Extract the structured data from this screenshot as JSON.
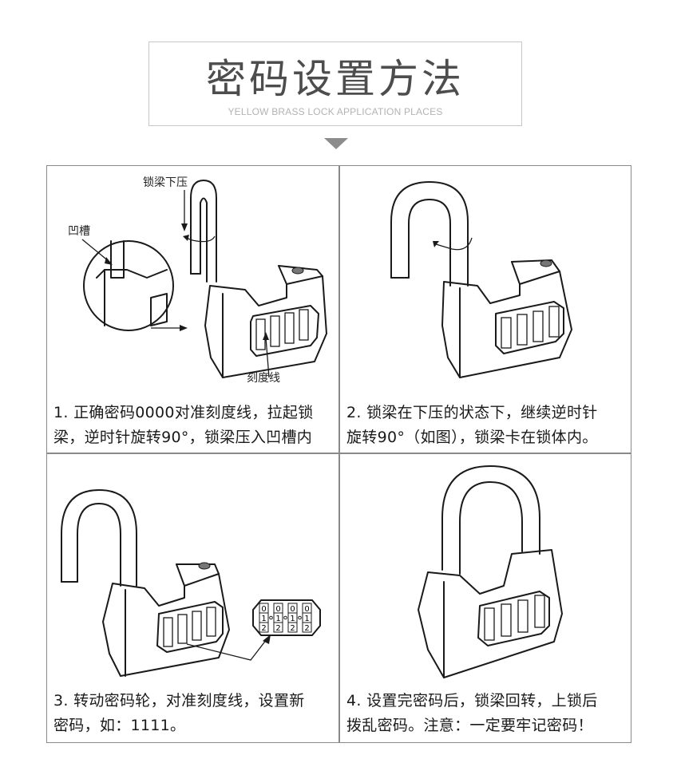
{
  "header": {
    "title": "密码设置方法",
    "subtitle": "YELLOW BRASS LOCK APPLICATION PLACES"
  },
  "steps": [
    {
      "number": "1",
      "caption_line1": "1. 正确密码0000对准刻度线，拉起锁",
      "caption_line2": "梁，逆时针旋转90°，锁梁压入凹槽内",
      "labels": {
        "shackle_press": "锁梁下压",
        "groove": "凹槽",
        "scale_line": "刻度线"
      }
    },
    {
      "number": "2",
      "caption_line1": "2. 锁梁在下压的状态下，继续逆时针",
      "caption_line2": "旋转90°（如图），锁梁卡在锁体内。"
    },
    {
      "number": "3",
      "caption_line1": "3. 转动密码轮，对准刻度线，设置新",
      "caption_line2": "密码，如：1111。",
      "dial_detail": {
        "rows": [
          "0",
          "1",
          "2"
        ],
        "wheels": 4
      }
    },
    {
      "number": "4",
      "caption_line1": "4. 设置完密码后，锁梁回转，上锁后",
      "caption_line2": "拨乱密码。注意：一定要牢记密码！"
    }
  ]
}
